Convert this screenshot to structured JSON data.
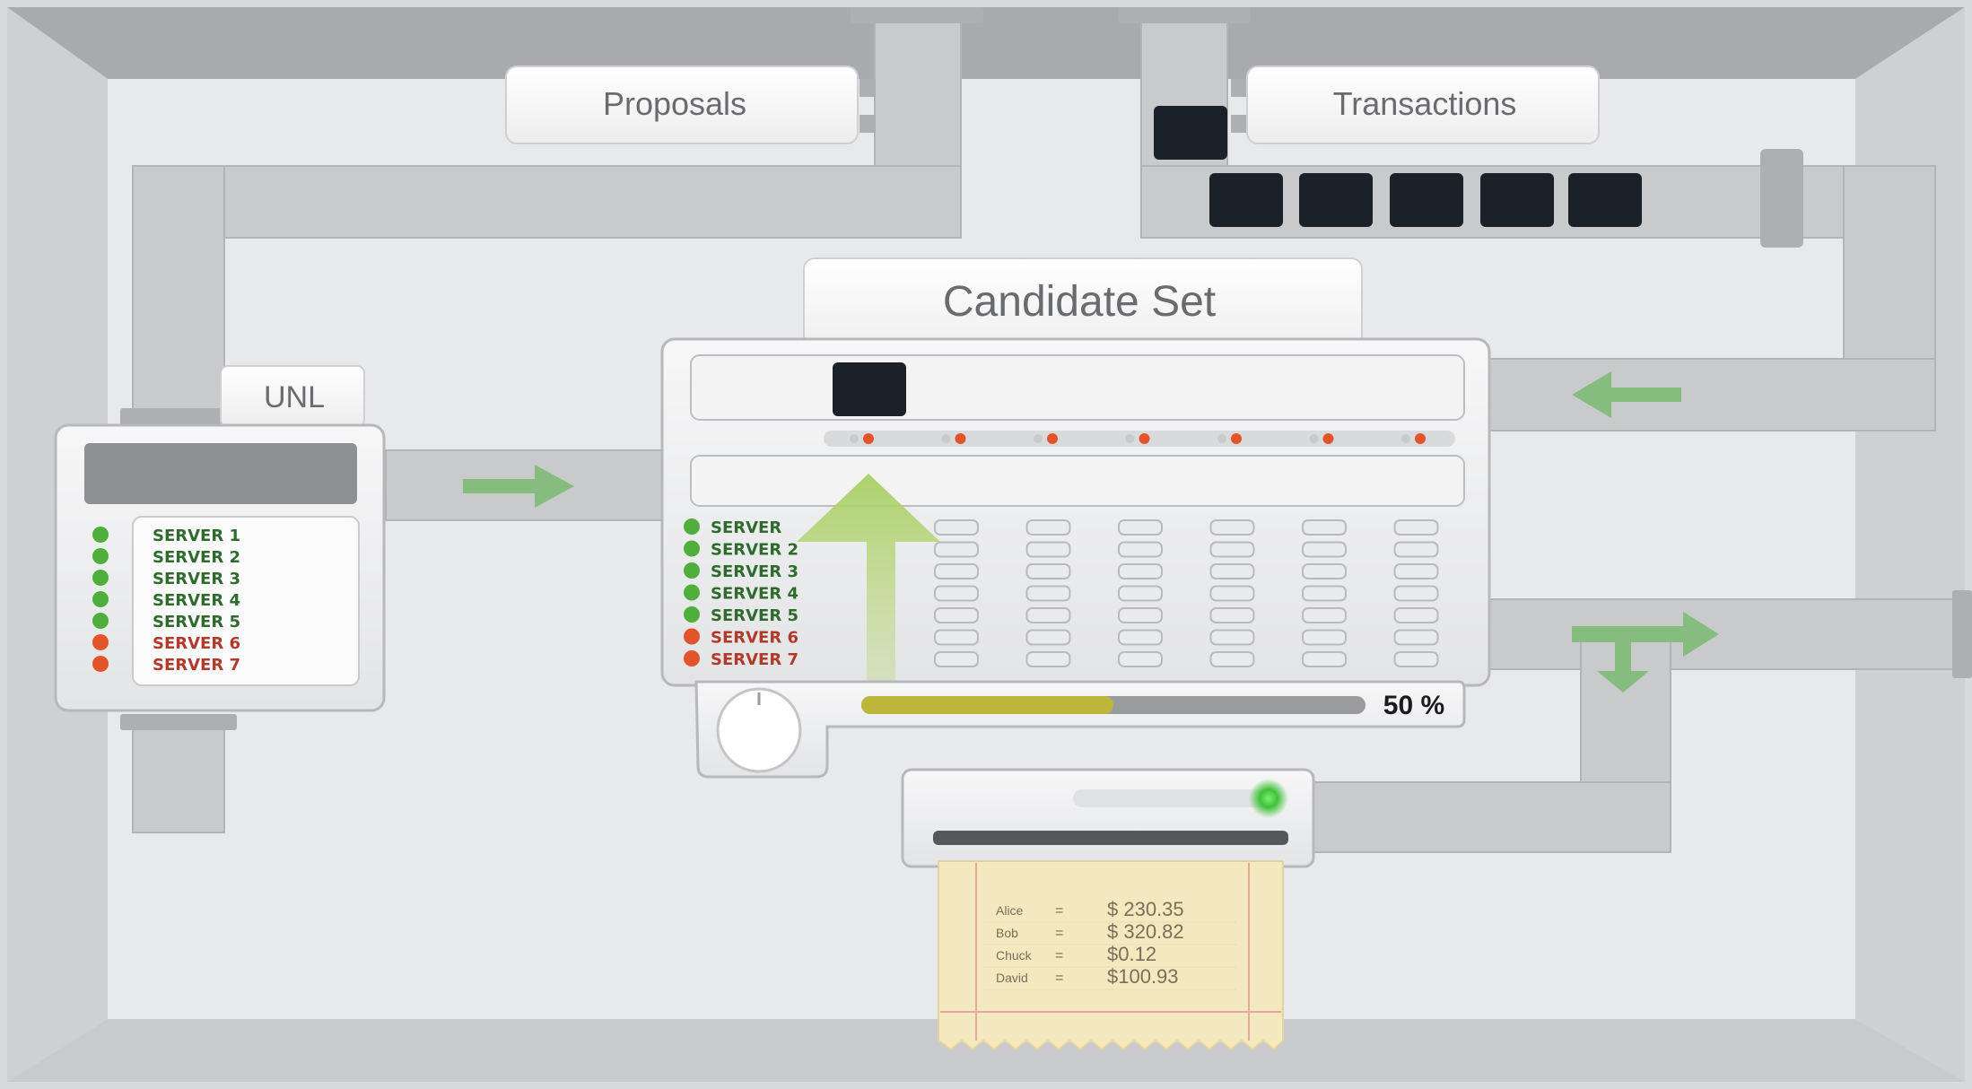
{
  "labels": {
    "proposals": "Proposals",
    "transactions": "Transactions",
    "candidate_set": "Candidate Set",
    "unl": "UNL"
  },
  "unl_servers": [
    {
      "name": "SERVER 1",
      "status": "green"
    },
    {
      "name": "SERVER 2",
      "status": "green"
    },
    {
      "name": "SERVER 3",
      "status": "green"
    },
    {
      "name": "SERVER 4",
      "status": "green"
    },
    {
      "name": "SERVER 5",
      "status": "green"
    },
    {
      "name": "SERVER 6",
      "status": "red"
    },
    {
      "name": "SERVER 7",
      "status": "red"
    }
  ],
  "candidate_servers": [
    {
      "name": "SERVER",
      "status": "green"
    },
    {
      "name": "SERVER 2",
      "status": "green"
    },
    {
      "name": "SERVER 3",
      "status": "green"
    },
    {
      "name": "SERVER 4",
      "status": "green"
    },
    {
      "name": "SERVER 5",
      "status": "green"
    },
    {
      "name": "SERVER 6",
      "status": "red"
    },
    {
      "name": "SERVER 7",
      "status": "red"
    }
  ],
  "progress": {
    "value": 0.5,
    "label": "50 %"
  },
  "receipt": {
    "rows": [
      {
        "name": "Alice",
        "sep": "=",
        "amount": "$ 230.35"
      },
      {
        "name": "Bob",
        "sep": "=",
        "amount": "$ 320.82"
      },
      {
        "name": "Chuck",
        "sep": "=",
        "amount": "$0.12"
      },
      {
        "name": "David",
        "sep": "=",
        "amount": "$100.93"
      }
    ]
  },
  "colors": {
    "pipe": "#c8c9cb",
    "led_green": "#4fae3c",
    "led_red": "#e2552a",
    "server_green_text": "#2f6b2c",
    "server_red_text": "#b23a2a",
    "progress_fill": "#bdb63a",
    "arrow_green": "#86bd7e",
    "token": "#1b2128",
    "paper": "#f4e8bf"
  }
}
